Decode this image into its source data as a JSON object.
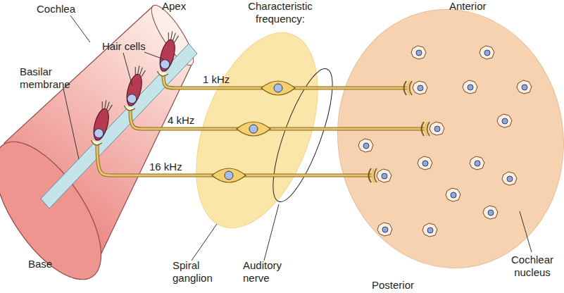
{
  "diagram": {
    "nodes": [
      {
        "text": [
          "Cochlea"
        ]
      },
      {
        "text": [
          "Spiral ganglion"
        ]
      },
      {
        "text": [
          "Auditory nerve"
        ]
      },
      {
        "text": [
          "Cochlear nucleus"
        ]
      }
    ],
    "edges": [
      {
        "from": 0,
        "to": 3,
        "arrow": "none",
        "label": "1 kHz"
      },
      {
        "from": 0,
        "to": 3,
        "arrow": "none",
        "label": "4 kHz"
      },
      {
        "from": 0,
        "to": 3,
        "arrow": "none",
        "label": "16 kHz"
      }
    ],
    "labels": [
      "Apex",
      "Characteristic frequency:",
      "Anterior",
      "Hair cells",
      "Basilar membrane",
      "Base",
      "Posterior"
    ]
  }
}
